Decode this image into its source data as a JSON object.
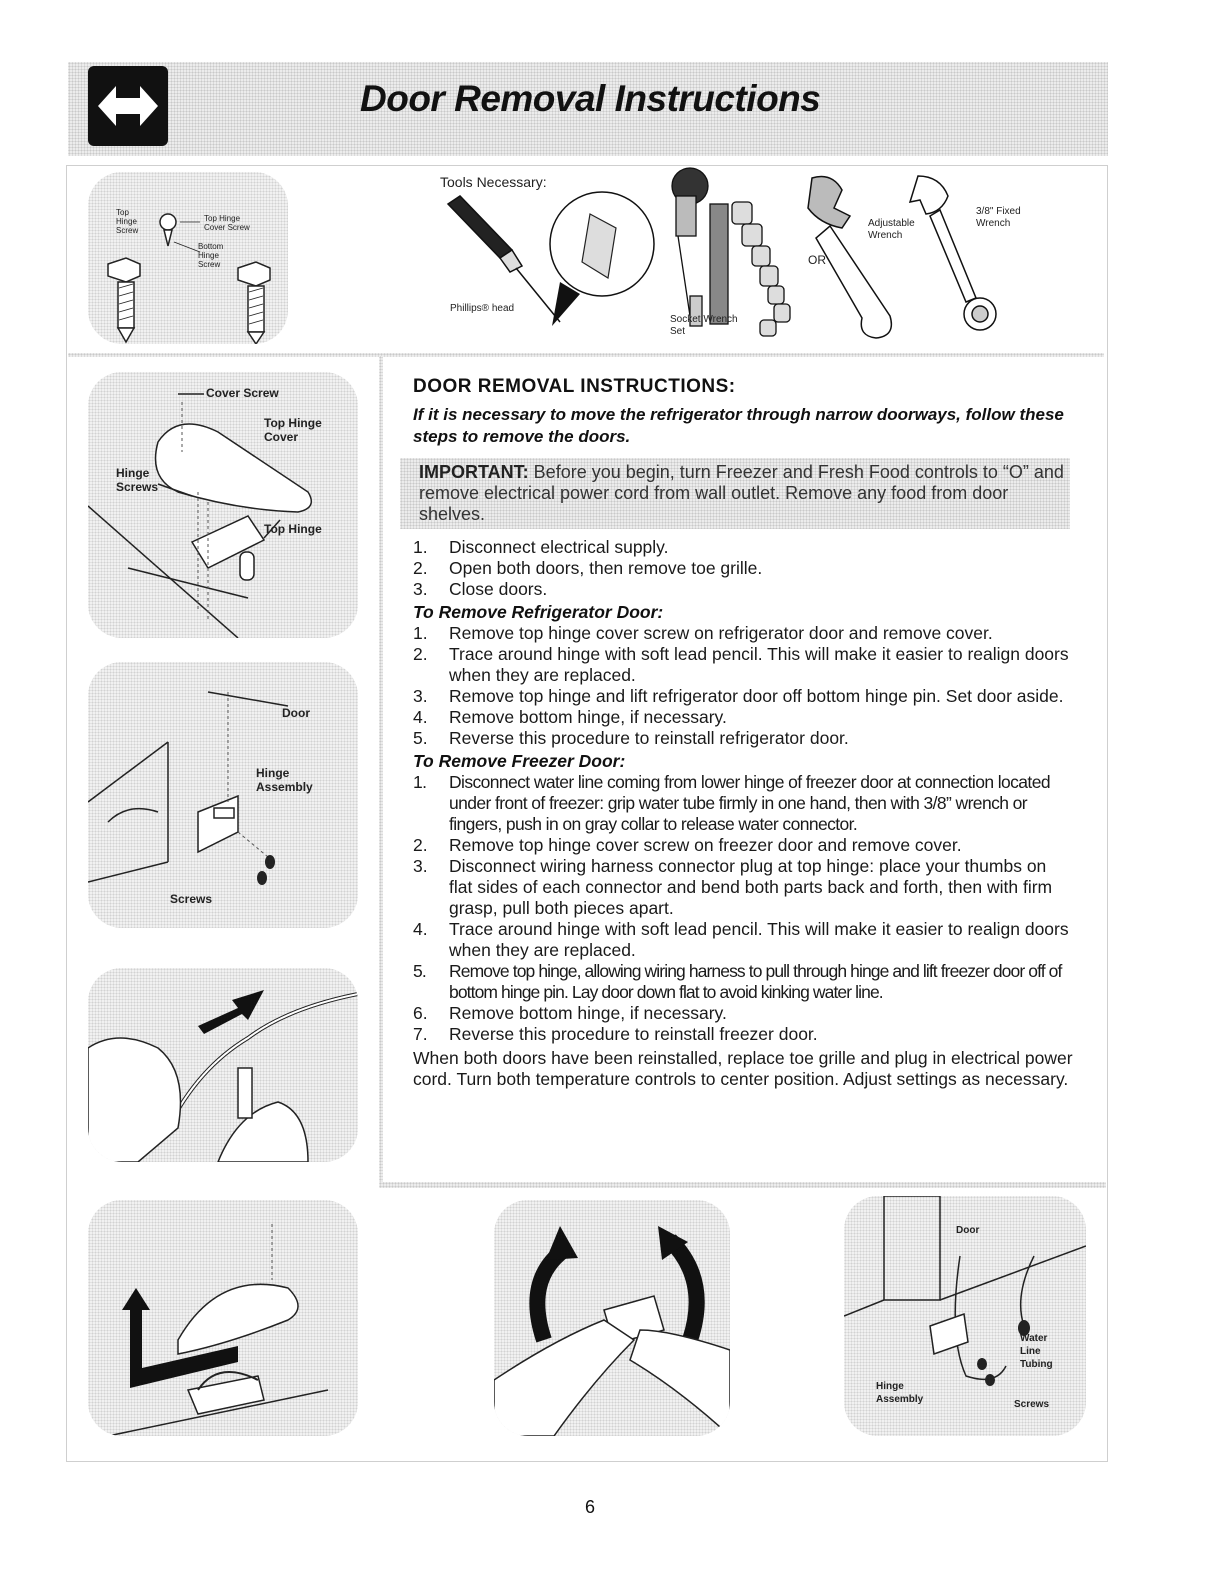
{
  "title": "Door Removal Instructions",
  "page_number": "6",
  "tools": {
    "heading": "Tools Necessary:",
    "phillips": "Phillips® head",
    "socket": "Socket Wrench Set",
    "or": "OR",
    "adjustable": "Adjustable Wrench",
    "fixed": "3/8\" Fixed Wrench"
  },
  "screw_labels": {
    "top_hinge_screw": "Top Hinge Screw",
    "top_hinge_cover_screw": "Top Hinge Cover Screw",
    "bottom_hinge_screw": "Bottom Hinge Screw"
  },
  "figure1": {
    "cover_screw": "Cover Screw",
    "top_hinge_cover": "Top Hinge Cover",
    "hinge_screws": "Hinge Screws",
    "top_hinge": "Top Hinge"
  },
  "figure2": {
    "door": "Door",
    "hinge_assembly": "Hinge Assembly",
    "screws": "Screws"
  },
  "figure_bottom_right": {
    "door": "Door",
    "water_line_tubing": "Water Line Tubing",
    "hinge_assembly": "Hinge Assembly",
    "screws": "Screws"
  },
  "instructions": {
    "heading": "DOOR REMOVAL INSTRUCTIONS:",
    "intro": "If it is necessary to move the refrigerator through narrow doorways, follow these steps to remove the doors.",
    "important_label": "IMPORTANT:",
    "important_text": "Before you begin, turn Freezer and Fresh Food controls to “O” and remove electrical power cord from  wall outlet. Remove any food from door shelves.",
    "general_steps": [
      "Disconnect electrical supply.",
      "Open both doors, then remove toe grille.",
      "Close doors."
    ],
    "refrigerator_heading": "To Remove Refrigerator Door:",
    "refrigerator_steps": [
      "Remove top hinge cover screw on refrigerator door and remove cover.",
      "Trace around hinge with soft lead pencil. This will make it easier to realign doors when they are replaced.",
      "Remove top hinge and lift refrigerator door off bottom hinge pin. Set door aside.",
      "Remove bottom hinge, if necessary.",
      "Reverse this procedure to reinstall refrigerator door."
    ],
    "freezer_heading": "To Remove Freezer Door:",
    "freezer_steps": [
      "Disconnect water line coming from lower hinge of freezer door at connection located under front of freezer: grip water tube firmly in one hand, then with 3/8” wrench or fingers, push in on gray collar to release water connector.",
      "Remove top hinge cover screw on freezer door and remove cover.",
      "Disconnect wiring harness connector plug at top hinge: place your thumbs on flat sides of each connector and bend both parts back and forth, then with firm grasp, pull both pieces apart.",
      "Trace around hinge with soft lead pencil. This will make it easier to realign doors when they are replaced.",
      "Remove top hinge, allowing wiring harness to pull through hinge and lift freezer door off of bottom hinge pin. Lay door down flat to avoid kinking water line.",
      "Remove bottom hinge, if necessary.",
      "Reverse this procedure to reinstall freezer door."
    ],
    "closing": "When both doors have been reinstalled, replace toe grille and plug in electrical power cord. Turn both temperature controls to center position. Adjust settings as necessary."
  }
}
